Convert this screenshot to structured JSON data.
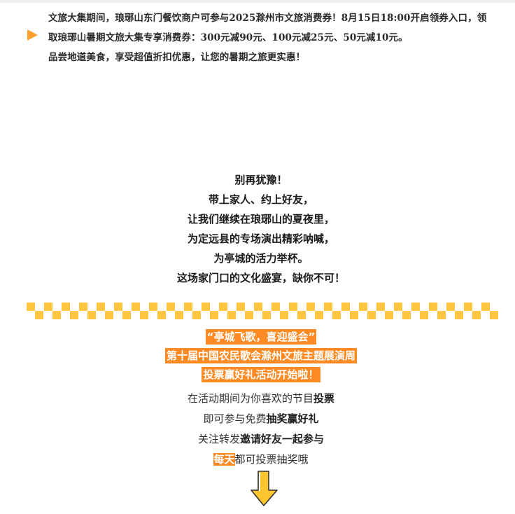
{
  "intro": {
    "lines": [
      "文旅大集期间，琅琊山东门餐饮商户可参与2025滁州市文旅消费券！8月15日18:00开启领券入口，领",
      "取琅琊山暑期文旅大集专享消费券：300元减90元、100元减25元、50元减10元。",
      "品尝地道美食，享受超值折扣优惠，让您的暑期之旅更实惠！"
    ],
    "icon": "play-triangle-icon"
  },
  "poem": {
    "lines": [
      "别再犹豫！",
      "带上家人、约上好友，",
      "让我们继续在琅琊山的夏夜里，",
      "为定远县的专场演出精彩呐喊，",
      "为亭城的活力举杯。",
      "这场家门口的文化盛宴，缺你不可！"
    ]
  },
  "divider": {
    "colors": {
      "square": "#ffc640"
    }
  },
  "headlines": [
    "“亭城飞歌，喜迎盛会”",
    "第十届中国农民歌会滁州文旅主题展演周",
    "投票赢好礼活动开始啦！"
  ],
  "body": {
    "line1": {
      "normal": "在活动期间为你喜欢的节目",
      "bold": "投票"
    },
    "line2": {
      "normal": "即可参与免费",
      "bold": "抽奖赢好礼"
    },
    "line3": {
      "normal": "关注转发",
      "bold": "邀请好友一起参与"
    },
    "line4": {
      "highlight": "每天",
      "normal": "都可投票抽奖哦"
    }
  },
  "colors": {
    "accent": "#ff8a24",
    "icon": "#ff9f2e",
    "arrow": "#ffc52e"
  },
  "arrow": {
    "icon": "arrow-down-icon"
  }
}
